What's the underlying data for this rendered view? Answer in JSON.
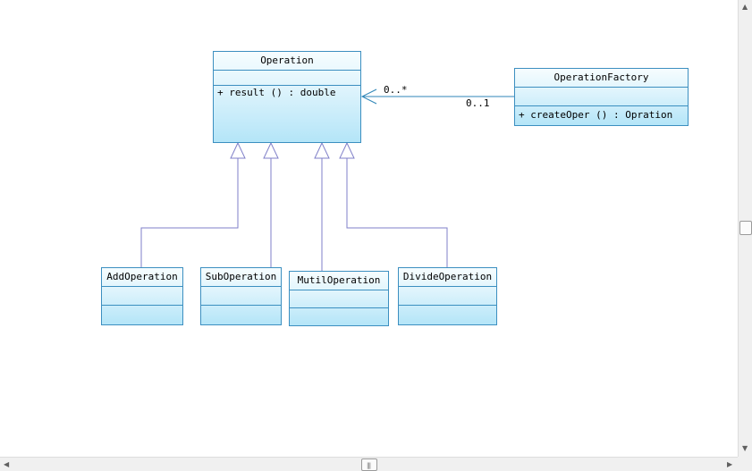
{
  "diagram": {
    "classes": {
      "operation": {
        "name": "Operation",
        "operations": [
          "+ result () : double"
        ]
      },
      "factory": {
        "name": "OperationFactory",
        "operations": [
          "+ createOper () : Opration"
        ]
      },
      "add": {
        "name": "AddOperation"
      },
      "sub": {
        "name": "SubOperation"
      },
      "mul": {
        "name": "MutilOperation"
      },
      "div": {
        "name": "DivideOperation"
      }
    },
    "association": {
      "operation_end": "0..*",
      "factory_end": "0..1"
    }
  },
  "colors": {
    "border": "#3c8fc0",
    "connector": "#7f7fc8",
    "association": "#2f86b8"
  },
  "scrollbars": {
    "up_icon": "arrow-up-icon",
    "down_icon": "arrow-down-icon",
    "left_icon": "arrow-left-icon",
    "right_icon": "arrow-right-icon"
  }
}
